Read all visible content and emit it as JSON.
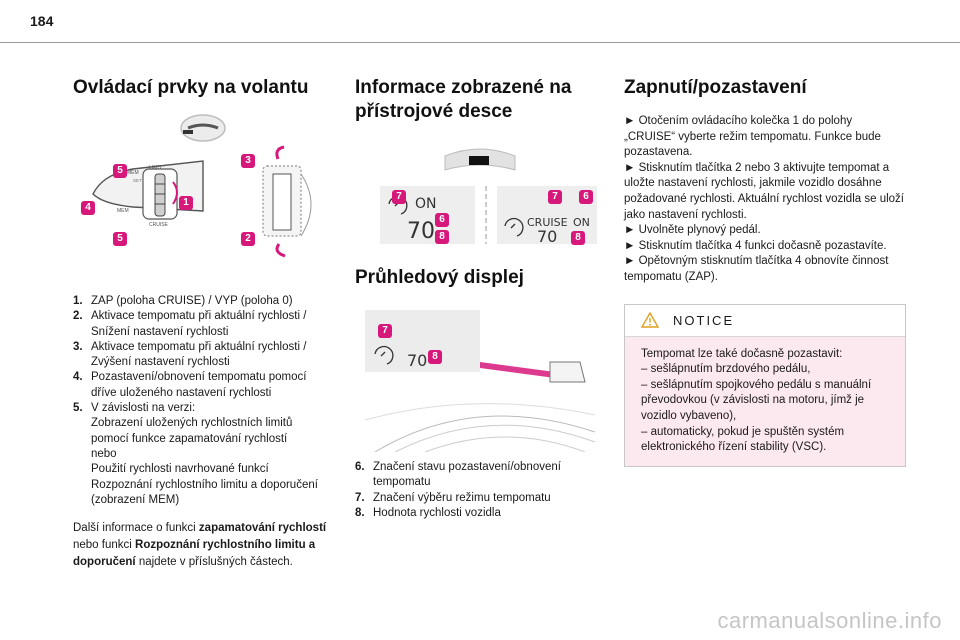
{
  "page": {
    "number": "184",
    "footer_url": "carmanualsonline.info"
  },
  "col1": {
    "title": "Ovládací prvky na volantu",
    "items": [
      {
        "num": "1.",
        "text": "ZAP (poloha CRUISE) / VYP (poloha 0)"
      },
      {
        "num": "2.",
        "text": "Aktivace tempomatu při aktuální rychlosti /\nSnížení nastavení rychlosti"
      },
      {
        "num": "3.",
        "text": "Aktivace tempomatu při aktuální rychlosti /\nZvýšení nastavení rychlosti"
      },
      {
        "num": "4.",
        "text": "Pozastavení/obnovení tempomatu pomocí\ndříve uloženého nastavení rychlosti"
      },
      {
        "num": "5.",
        "text": "V závislosti na verzi:\nZobrazení uložených rychlostních limitů\npomocí funkce zapamatování rychlostí\nnebo\nPoužití rychlosti navrhované funkcí\nRozpoznání rychlostního limitu a doporučení\n(zobrazení MEM)"
      }
    ],
    "para": {
      "p1": "Další informace o funkci ",
      "b1": "zapamatování rychlostí",
      "p2": " nebo funkci ",
      "b2": "Rozpoznání rychlostního limitu a doporučení",
      "p3": " najdete v příslušných částech."
    },
    "illustration_labels": {
      "mem": "MEM",
      "limit": "LIMIT",
      "cruise": "CRUISE",
      "set": "SET"
    }
  },
  "col2": {
    "title": "Informace zobrazené na přístrojové desce",
    "display_left": {
      "on": "ON",
      "speed": "70"
    },
    "display_right": {
      "cruise": "CRUISE",
      "on": "ON",
      "speed": "70"
    },
    "title2": "Průhledový displej",
    "hud_speed": "70",
    "items": [
      {
        "num": "6.",
        "text": "Značení stavu pozastavení/obnovení\ntempomatu"
      },
      {
        "num": "7.",
        "text": "Značení výběru režimu tempomatu"
      },
      {
        "num": "8.",
        "text": "Hodnota rychlosti vozidla"
      }
    ]
  },
  "col3": {
    "title": "Zapnutí/pozastavení",
    "steps": [
      "► Otočením ovládacího kolečka 1 do polohy „CRUISE“ vyberte režim tempomatu. Funkce bude pozastavena.",
      "► Stisknutím tlačítka 2 nebo 3 aktivujte tempomat a uložte nastavení rychlosti, jakmile vozidlo dosáhne požadované rychlosti. Aktuální rychlost vozidla se uloží jako nastavení rychlosti.",
      "► Uvolněte plynový pedál.",
      "► Stisknutím tlačítka 4 funkci dočasně pozastavíte.",
      "► Opětovným stisknutím tlačítka 4 obnovíte činnost tempomatu (ZAP)."
    ],
    "notice": {
      "heading": "NOTICE",
      "body": "Tempomat lze také dočasně pozastavit:\n– sešlápnutím brzdového pedálu,\n– sešlápnutím spojkového pedálu s manuální převodovkou (v závislosti na motoru, jímž je vozidlo vybaveno),\n– automaticky, pokud je spuštěn systém elektronického řízení stability (VSC)."
    }
  },
  "badges": {
    "b1": "1",
    "b2": "2",
    "b3": "3",
    "b4": "4",
    "b5": "5",
    "b6": "6",
    "b7": "7",
    "b8": "8"
  },
  "colors": {
    "accent": "#d6187b",
    "notice_bg": "#fce8ef"
  }
}
